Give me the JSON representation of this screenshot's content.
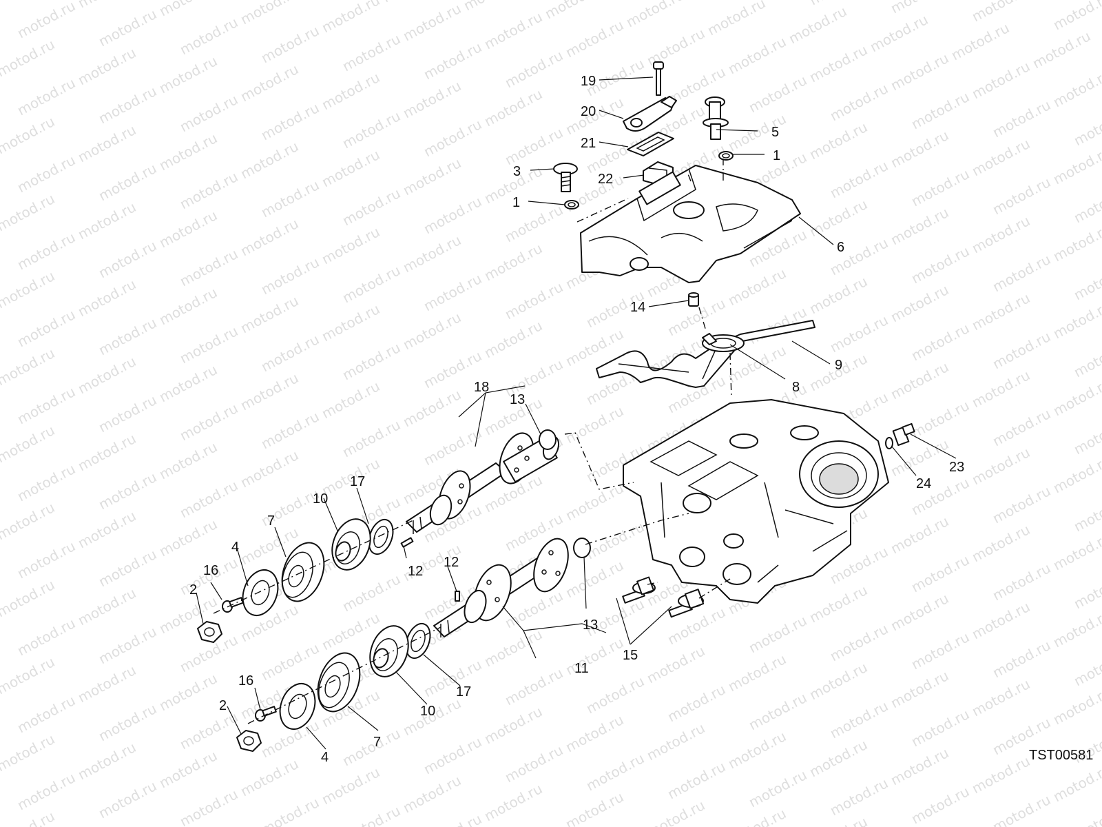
{
  "watermark": {
    "text": "motod.ru"
  },
  "figure_code": "TST00581",
  "callouts": {
    "c19": "19",
    "c20": "20",
    "c21": "21",
    "c22": "22",
    "c3": "3",
    "c1a": "1",
    "c1b": "1",
    "c5": "5",
    "c6": "6",
    "c14": "14",
    "c9": "9",
    "c8": "8",
    "c18": "18",
    "c13a": "13",
    "c13b": "13",
    "c17a": "17",
    "c17b": "17",
    "c10a": "10",
    "c10b": "10",
    "c7a": "7",
    "c7b": "7",
    "c4a": "4",
    "c4b": "4",
    "c16a": "16",
    "c16b": "16",
    "c2a": "2",
    "c2b": "2",
    "c12a": "12",
    "c12b": "12",
    "c11": "11",
    "c15": "15",
    "c23": "23",
    "c24": "24"
  }
}
